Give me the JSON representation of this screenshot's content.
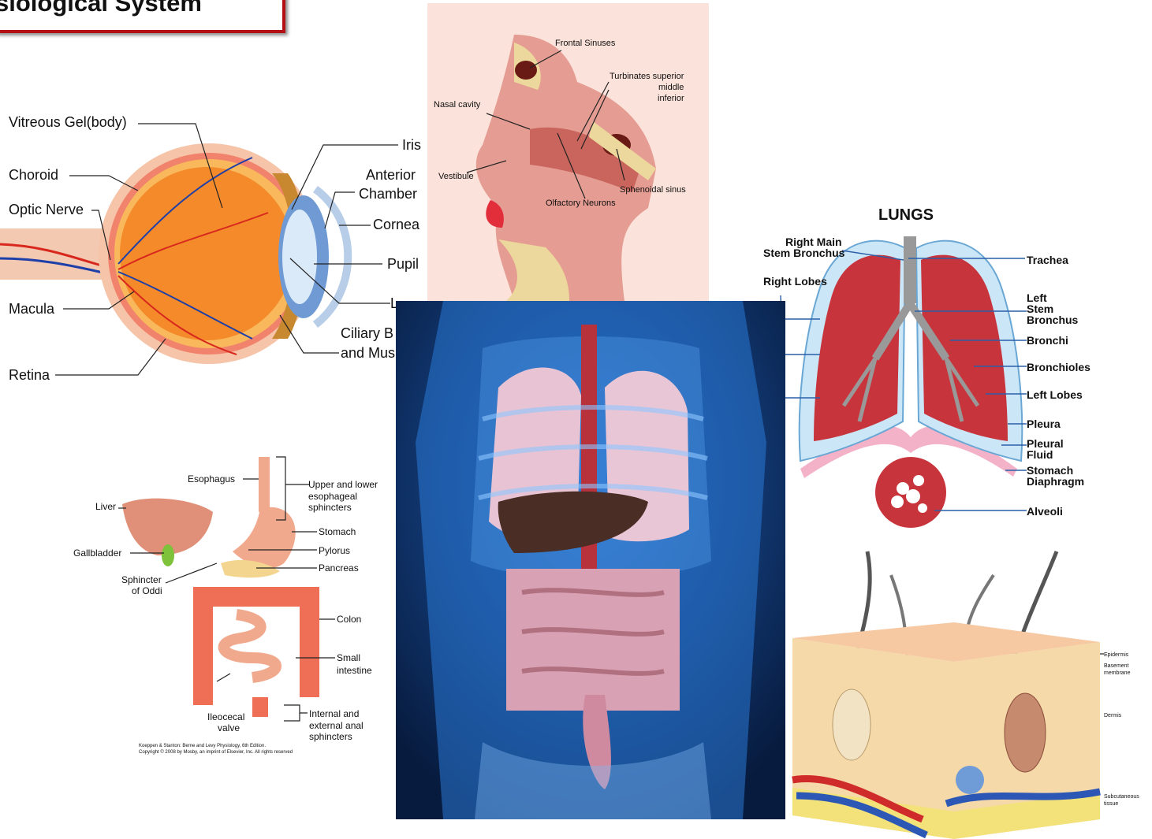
{
  "title": "siological System",
  "eye": {
    "labels": {
      "vitreous": "Vitreous Gel(body)",
      "choroid": "Choroid",
      "optic_nerve": "Optic Nerve",
      "macula": "Macula",
      "retina": "Retina",
      "iris": "Iris",
      "anterior1": "Anterior",
      "anterior2": "Chamber",
      "cornea": "Cornea",
      "pupil": "Pupil",
      "lens": "L",
      "ciliary1": "Ciliary B",
      "ciliary2": "and Mus"
    }
  },
  "nose": {
    "labels": {
      "frontal": "Frontal Sinuses",
      "turb1": "Turbinates superior",
      "turb2": "middle",
      "turb3": "inferior",
      "nasal": "Nasal cavity",
      "vestibule": "Vestibule",
      "sphenoidal": "Sphenoidal sinus",
      "olfactory": "Olfactory Neurons"
    }
  },
  "lungs": {
    "title": "LUNGS",
    "labels": {
      "rmain1": "Right Main",
      "rmain2": "Stem Bronchus",
      "rlobes": "Right Lobes",
      "trachea": "Trachea",
      "lstem1": "Left",
      "lstem2": "Stem",
      "lstem3": "Bronchus",
      "bronchi": "Bronchi",
      "bronchioles": "Bronchioles",
      "llobes": "Left Lobes",
      "pleura": "Pleura",
      "pfluid1": "Pleural",
      "pfluid2": "Fluid",
      "stom1": "Stomach",
      "stom2": "Diaphragm",
      "alveoli": "Alveoli"
    }
  },
  "digestive": {
    "labels": {
      "esophagus": "Esophagus",
      "liver": "Liver",
      "gallbladder": "Gallbladder",
      "sph1": "Sphincter",
      "sph2": "of Oddi",
      "ul1": "Upper and lower",
      "ul2": "esophageal",
      "ul3": "sphincters",
      "stomach": "Stomach",
      "pylorus": "Pylorus",
      "pancreas": "Pancreas",
      "colon": "Colon",
      "small1": "Small",
      "small2": "intestine",
      "ileo1": "Ileocecal",
      "ileo2": "valve",
      "ie1": "Internal and",
      "ie2": "external anal",
      "ie3": "sphincters",
      "copy1": "Koeppen & Stanton: Berne and Levy Physiology, 6th Edition.",
      "copy2": "Copyright © 2008 by Mosby, an imprint of Elsevier, Inc. All rights reserved"
    }
  },
  "skin": {
    "labels": {
      "epidermis": "Epidermis",
      "bm1": "Basement",
      "bm2": "membrane",
      "dermis": "Dermis",
      "sub1": "Subcutaneous",
      "sub2": "tissue"
    }
  },
  "colors": {
    "title_border": "#b50f14",
    "torso_bg": "#0a2450",
    "lung_red": "#c8343c",
    "lung_outline": "#8fc3e6"
  }
}
